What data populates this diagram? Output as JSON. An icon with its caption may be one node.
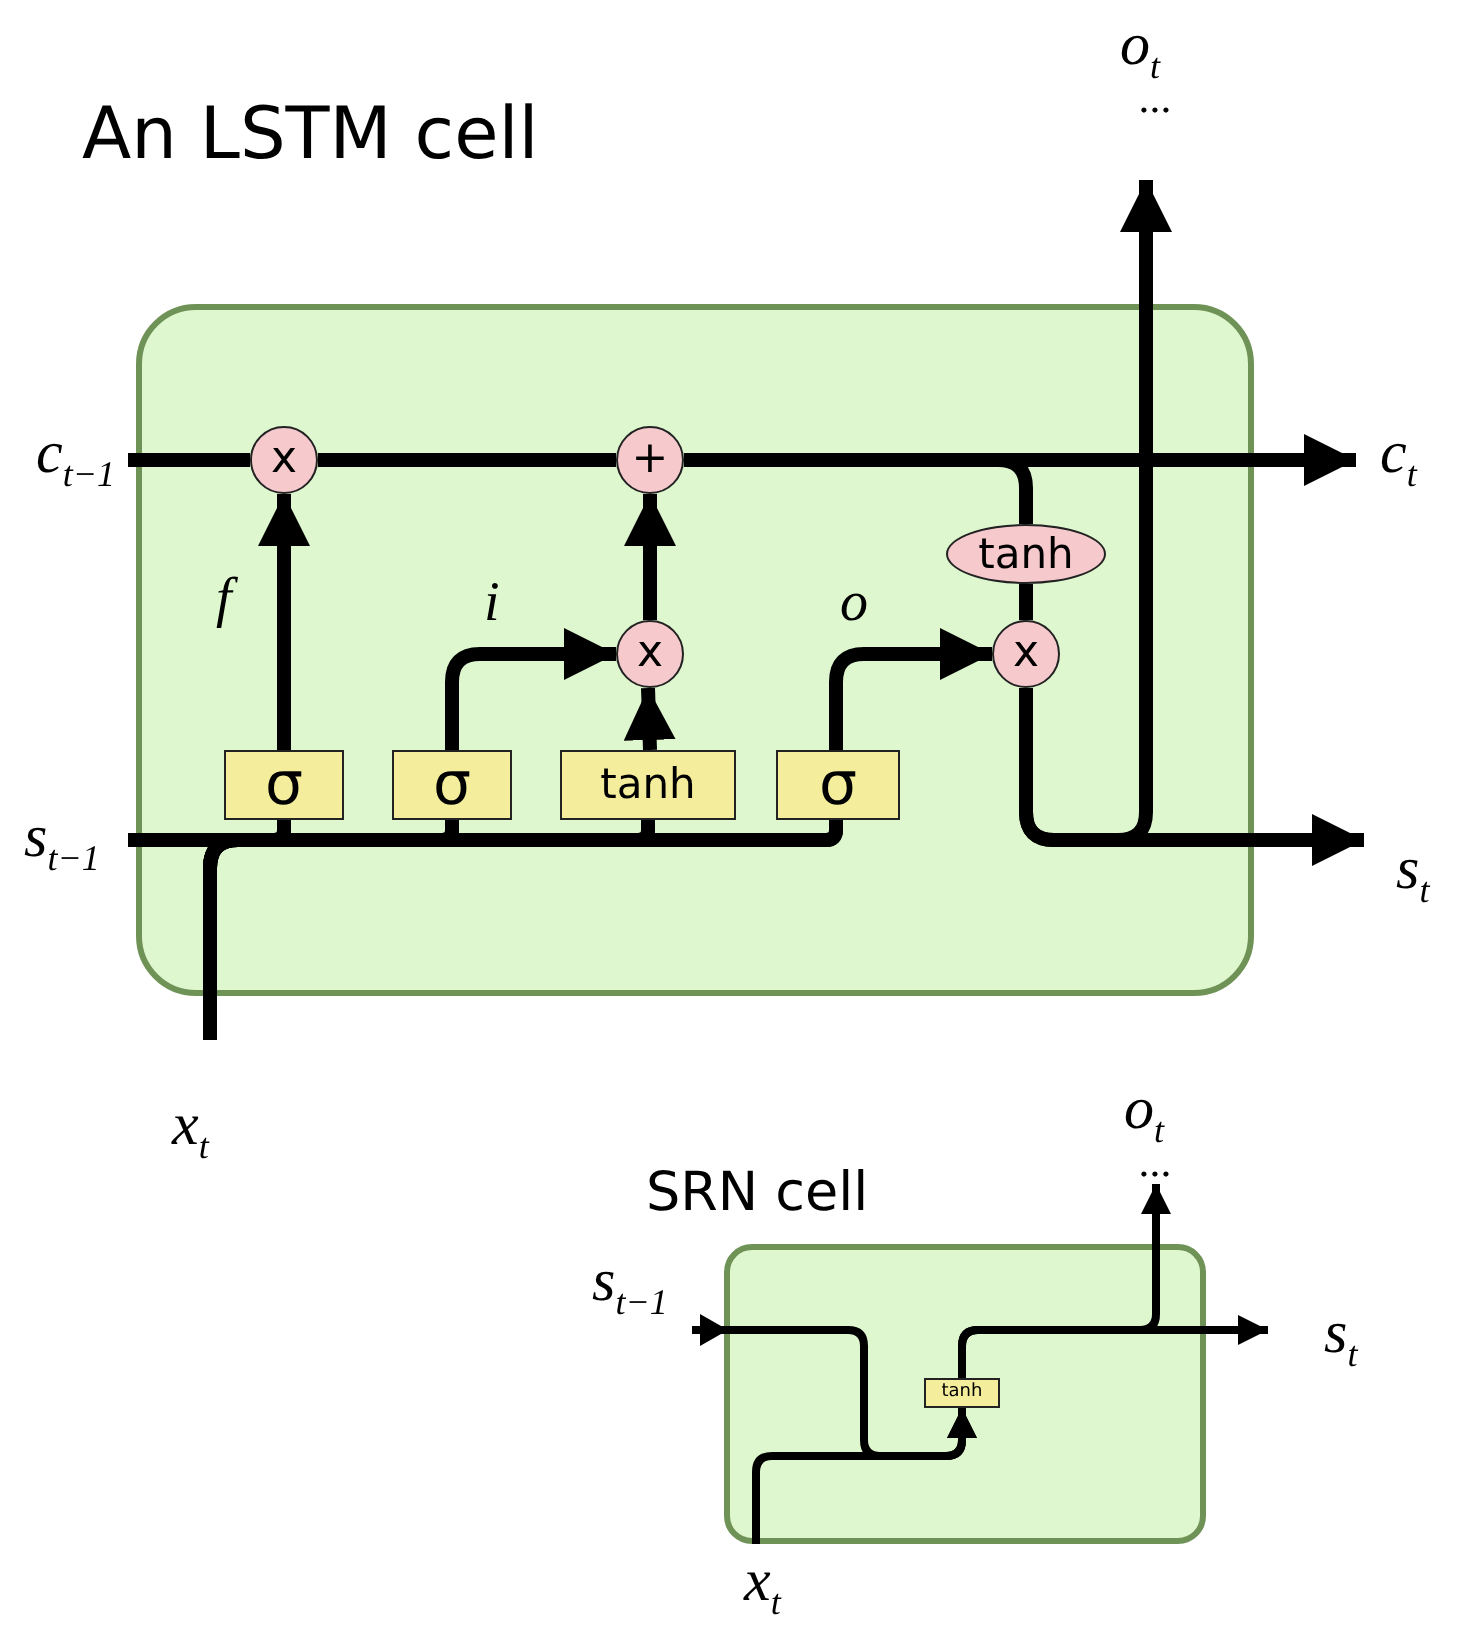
{
  "diagram": {
    "nodes": [
      {
        "text": [
          "An LSTM cell"
        ]
      },
      {
        "text": [
          "x"
        ],
        "in": 0
      },
      {
        "text": [
          "+"
        ],
        "in": 0
      },
      {
        "text": [
          "tanh"
        ],
        "in": 0
      },
      {
        "text": [
          "x"
        ],
        "in": 0
      },
      {
        "text": [
          "x"
        ],
        "in": 0
      },
      {
        "text": [
          "σ"
        ],
        "in": 0
      },
      {
        "text": [
          "σ"
        ],
        "in": 0
      },
      {
        "text": [
          "tanh"
        ],
        "in": 0
      },
      {
        "text": [
          "σ"
        ],
        "in": 0
      },
      {
        "text": [
          "c$_{t−1}$"
        ]
      },
      {
        "text": [
          "c$_{t}$"
        ]
      },
      {
        "text": [
          "s$_{t−1}$"
        ]
      },
      {
        "text": [
          "s$_{t}$"
        ]
      },
      {
        "text": [
          "x$_{t}$"
        ]
      },
      {
        "text": [
          "o$_{t}$"
        ],
        "beside": [
          "..."
        ]
      },
      {
        "text": [
          "SRN cell"
        ]
      },
      {
        "text": [
          "tanh"
        ],
        "in": 16
      },
      {
        "text": [
          "s$_{t−1}$"
        ]
      },
      {
        "text": [
          "s$_{t}$"
        ]
      },
      {
        "text": [
          "x$_{t}$"
        ]
      },
      {
        "text": [
          "o$_{t}$"
        ],
        "beside": [
          "..."
        ]
      }
    ],
    "edges": [
      {
        "from": 10,
        "to": 1,
        "arrow": "none"
      },
      {
        "from": 1,
        "to": 2,
        "arrow": "none"
      },
      {
        "from": 2,
        "to": 11,
        "arrow": "to"
      },
      {
        "from": 2,
        "to": 3,
        "arrow": "none"
      },
      {
        "from": 3,
        "to": 5,
        "arrow": "none"
      },
      {
        "from": 6,
        "to": 1,
        "arrow": "to",
        "label": "f"
      },
      {
        "from": 7,
        "to": 4,
        "arrow": "to",
        "label": "i"
      },
      {
        "from": 8,
        "to": 4,
        "arrow": "to"
      },
      {
        "from": 4,
        "to": 2,
        "arrow": "to"
      },
      {
        "from": 9,
        "to": 5,
        "arrow": "to",
        "label": "o"
      },
      {
        "from": 5,
        "to": 13,
        "arrow": "to"
      },
      {
        "from": 5,
        "to": 15,
        "arrow": "to"
      },
      {
        "from": 12,
        "to": 6,
        "arrow": "none"
      },
      {
        "from": 12,
        "to": 7,
        "arrow": "none"
      },
      {
        "from": 12,
        "to": 8,
        "arrow": "none"
      },
      {
        "from": 12,
        "to": 9,
        "arrow": "none"
      },
      {
        "from": 14,
        "to": 6,
        "arrow": "none"
      },
      {
        "from": 14,
        "to": 7,
        "arrow": "none"
      },
      {
        "from": 14,
        "to": 8,
        "arrow": "none"
      },
      {
        "from": 14,
        "to": 9,
        "arrow": "none"
      },
      {
        "from": 18,
        "to": 17,
        "arrow": "to"
      },
      {
        "from": 20,
        "to": 17,
        "arrow": "to"
      },
      {
        "from": 17,
        "to": 19,
        "arrow": "to"
      },
      {
        "from": 17,
        "to": 21,
        "arrow": "to"
      }
    ]
  }
}
